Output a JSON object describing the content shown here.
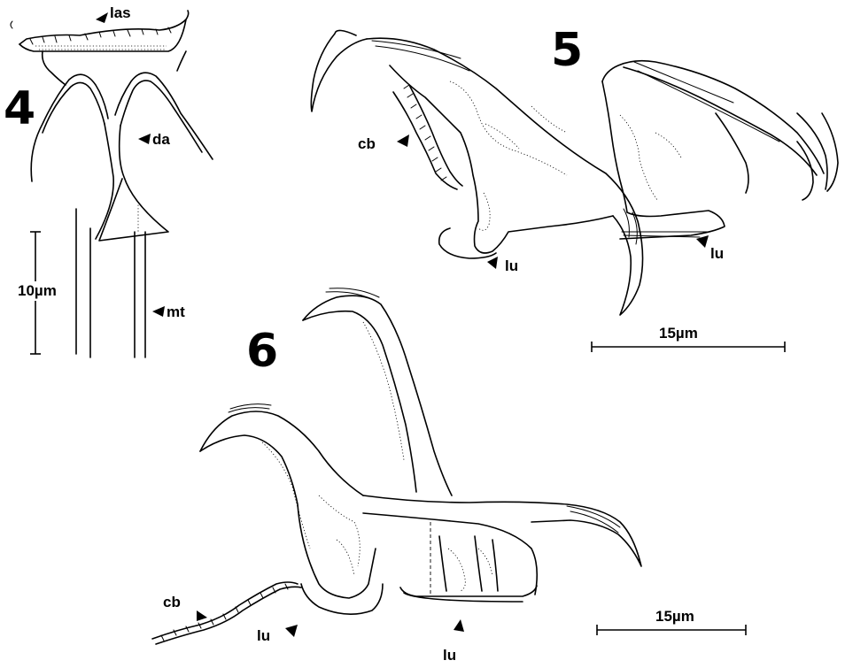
{
  "figures": {
    "fig4": {
      "number": "4",
      "labels": {
        "las": "las",
        "da": "da",
        "mt": "mt"
      },
      "scale": "10µm"
    },
    "fig5": {
      "number": "5",
      "labels": {
        "cb": "cb",
        "lu_left": "lu",
        "lu_right": "lu"
      },
      "scale": "15µm"
    },
    "fig6": {
      "number": "6",
      "labels": {
        "cb": "cb",
        "lu_left": "lu",
        "lu_bottom": "lu"
      },
      "scale": "15µm"
    }
  }
}
